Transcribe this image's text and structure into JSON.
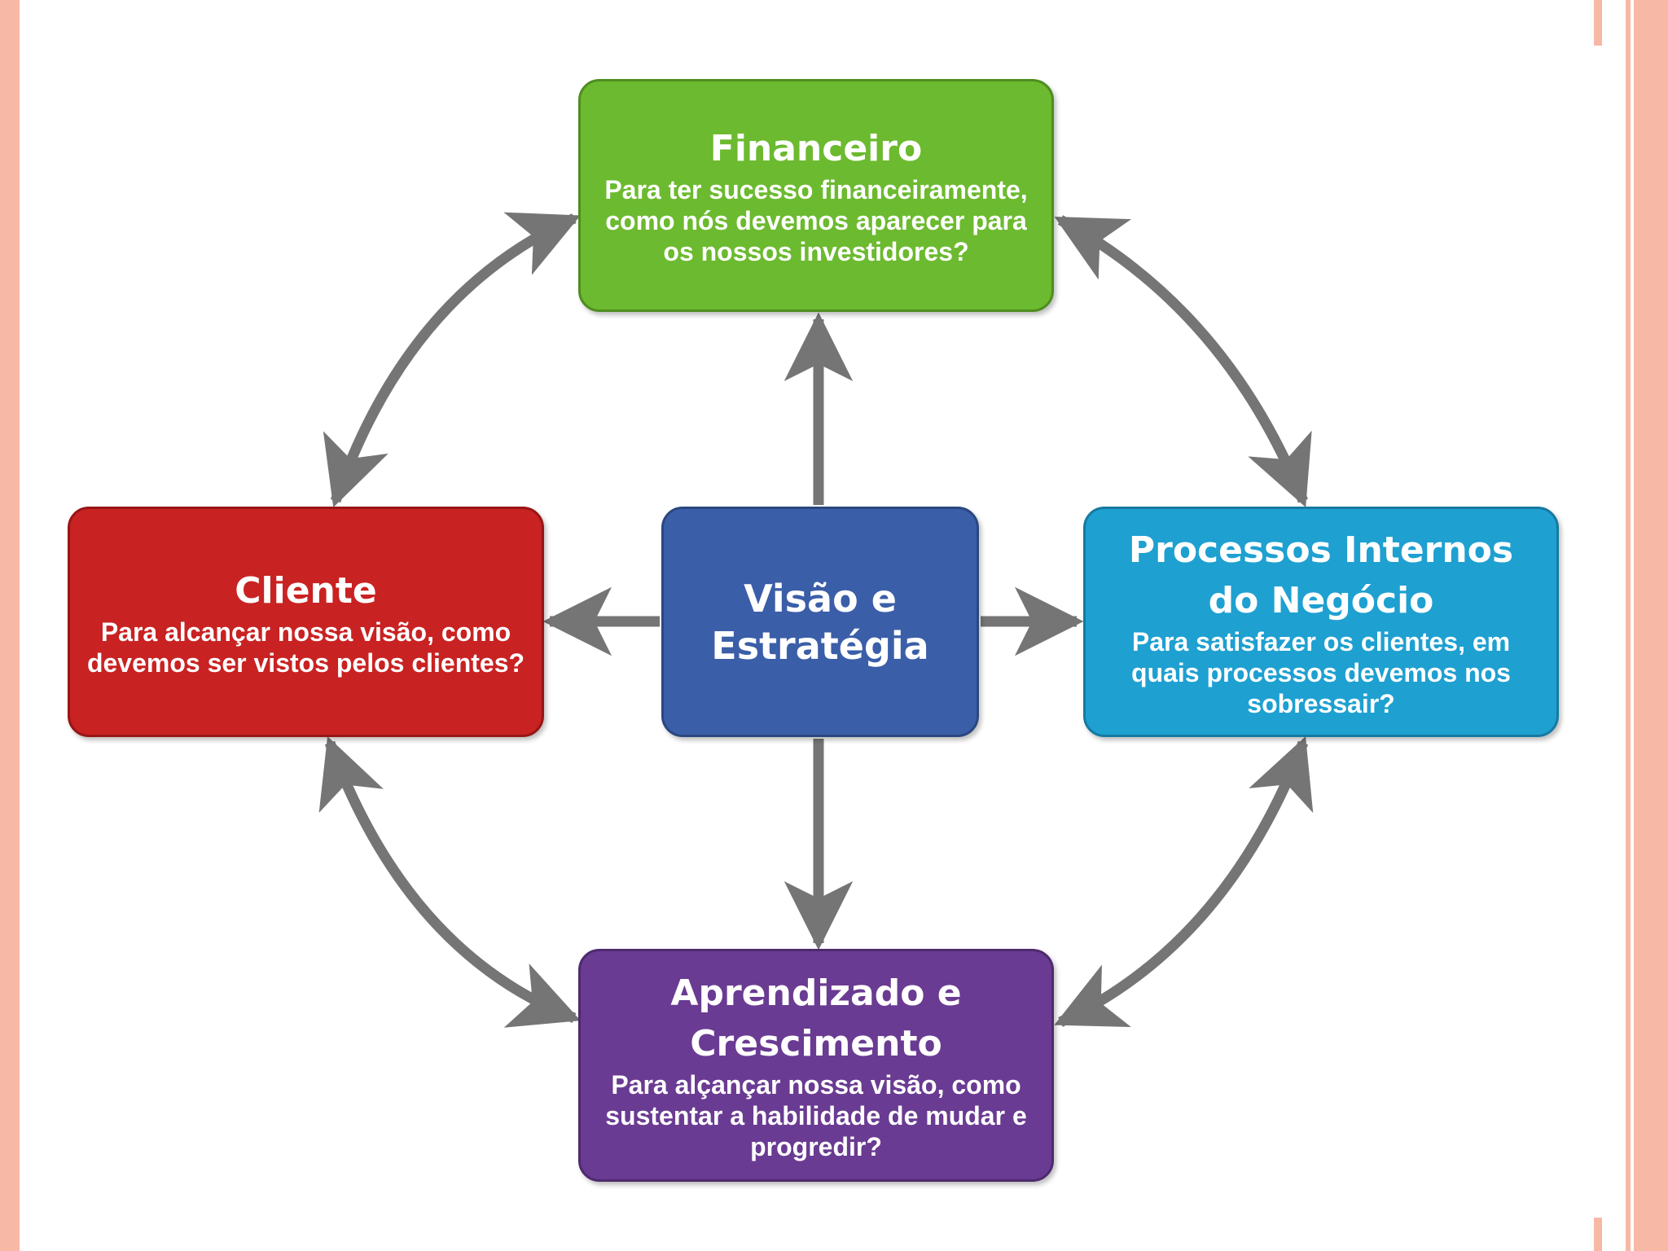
{
  "colors": {
    "financeiro": "#6cba2f",
    "cliente": "#c92222",
    "visao": "#3b5ea8",
    "processos": "#1ea0d1",
    "aprendizado": "#6a3b92",
    "arrow": "#757575",
    "slide_border": "#f7b9a6"
  },
  "boxes": {
    "financeiro": {
      "title": "Financeiro",
      "description": "Para ter sucesso financeiramente, como nós devemos aparecer para os nossos investidores?"
    },
    "cliente": {
      "title": "Cliente",
      "description": "Para alcançar nossa visão, como devemos ser vistos pelos clientes?"
    },
    "visao": {
      "title": "Visão e Estratégia"
    },
    "processos": {
      "title": "Processos Internos do Negócio",
      "description": "Para satisfazer os clientes, em quais processos devemos nos sobressair?"
    },
    "aprendizado": {
      "title": "Aprendizado e Crescimento",
      "description": "Para alçançar nossa visão, como sustentar a habilidade de mudar e progredir?"
    }
  }
}
